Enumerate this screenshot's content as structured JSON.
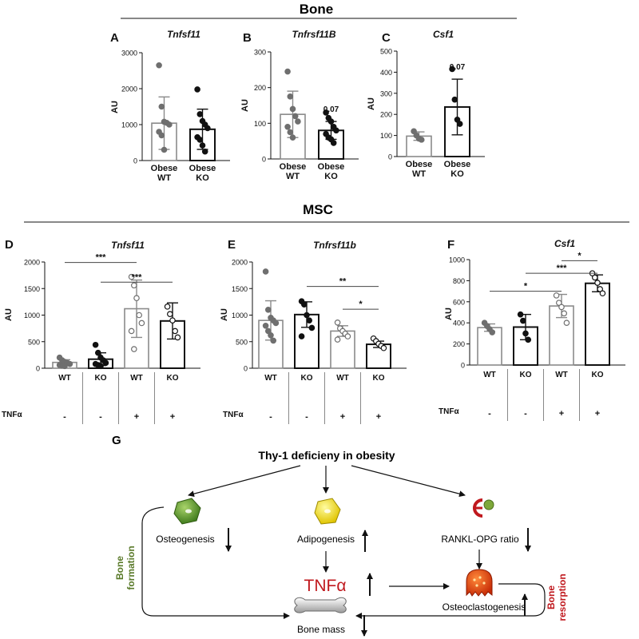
{
  "figure": {
    "section_bone": "Bone",
    "section_msc": "MSC",
    "tnf_row_label": "TNFα"
  },
  "chart_data": [
    {
      "panel": "A",
      "title": "Tnfsf11",
      "type": "bar",
      "ylabel": "AU",
      "ylim": [
        0,
        3000
      ],
      "yticks": [
        0,
        1000,
        2000,
        3000
      ],
      "categories": [
        "Obese WT",
        "Obese KO"
      ],
      "values": [
        1040,
        870
      ],
      "sd": [
        730,
        560
      ],
      "points": [
        [
          2650,
          1500,
          1080,
          1050,
          1000,
          800,
          700,
          300
        ],
        [
          1980,
          1290,
          1100,
          1000,
          900,
          650,
          580,
          420,
          250
        ]
      ],
      "annotations": []
    },
    {
      "panel": "B",
      "title": "Tnfrsf11B",
      "type": "bar",
      "ylabel": "AU",
      "ylim": [
        0,
        300
      ],
      "yticks": [
        0,
        100,
        200,
        300
      ],
      "categories": [
        "Obese WT",
        "Obese KO"
      ],
      "values": [
        125,
        80
      ],
      "sd": [
        65,
        25
      ],
      "points": [
        [
          245,
          175,
          140,
          120,
          105,
          90,
          75,
          60
        ],
        [
          130,
          115,
          105,
          90,
          80,
          70,
          60,
          55,
          45
        ]
      ],
      "annotations": [
        {
          "text": "0.07",
          "category": 1
        }
      ]
    },
    {
      "panel": "C",
      "title": "Csf1",
      "type": "bar",
      "ylabel": "AU",
      "ylim": [
        0,
        500
      ],
      "yticks": [
        0,
        100,
        200,
        300,
        400,
        500
      ],
      "categories": [
        "Obese WT",
        "Obese KO"
      ],
      "values": [
        97,
        235
      ],
      "sd": [
        20,
        132
      ],
      "points": [
        [
          120,
          100,
          85,
          80
        ],
        [
          415,
          270,
          175,
          155
        ]
      ],
      "annotations": [
        {
          "text": "0.07",
          "category": 1
        }
      ]
    },
    {
      "panel": "D",
      "title": "Tnfsf11",
      "type": "bar",
      "ylabel": "AU",
      "ylim": [
        0,
        2000
      ],
      "yticks": [
        0,
        500,
        1000,
        1500,
        2000
      ],
      "categories": [
        "WT",
        "KO",
        "WT",
        "KO"
      ],
      "tnf": [
        "-",
        "-",
        "+",
        "+"
      ],
      "values": [
        110,
        170,
        1120,
        890
      ],
      "sd": [
        50,
        120,
        540,
        340
      ],
      "points": [
        [
          200,
          150,
          120,
          100,
          80,
          60,
          50,
          40
        ],
        [
          440,
          290,
          200,
          150,
          100,
          80,
          60,
          40
        ],
        [
          1720,
          1560,
          1320,
          1000,
          850,
          700,
          360
        ],
        [
          1160,
          1020,
          900,
          700,
          580
        ]
      ],
      "significance": [
        {
          "from": 0,
          "to": 2,
          "text": "***",
          "y": 1990
        },
        {
          "from": 1,
          "to": 3,
          "text": "***",
          "y": 1620
        }
      ]
    },
    {
      "panel": "E",
      "title": "Tnfrsf11b",
      "type": "bar",
      "ylabel": "AU",
      "ylim": [
        0,
        2000
      ],
      "yticks": [
        0,
        500,
        1000,
        1500,
        2000
      ],
      "categories": [
        "WT",
        "KO",
        "WT",
        "KO"
      ],
      "tnf": [
        "-",
        "-",
        "+",
        "+"
      ],
      "values": [
        900,
        1010,
        700,
        450
      ],
      "sd": [
        370,
        240,
        100,
        60
      ],
      "points": [
        [
          1820,
          1100,
          950,
          900,
          850,
          800,
          700,
          620,
          520
        ],
        [
          1260,
          1200,
          1000,
          900,
          760,
          600
        ],
        [
          860,
          750,
          700,
          650,
          600,
          540
        ],
        [
          560,
          510,
          460,
          420,
          380
        ]
      ],
      "significance": [
        {
          "from": 1,
          "to": 3,
          "text": "**",
          "y": 1540
        },
        {
          "from": 2,
          "to": 3,
          "text": "*",
          "y": 1110
        }
      ]
    },
    {
      "panel": "F",
      "title": "Csf1",
      "type": "bar",
      "ylabel": "AU",
      "ylim": [
        0,
        1000
      ],
      "yticks": [
        0,
        200,
        400,
        600,
        800,
        1000
      ],
      "categories": [
        "WT",
        "KO",
        "WT",
        "KO"
      ],
      "tnf": [
        "-",
        "-",
        "+",
        "+"
      ],
      "values": [
        355,
        360,
        560,
        775
      ],
      "sd": [
        35,
        120,
        110,
        80
      ],
      "points": [
        [
          400,
          370,
          340,
          310
        ],
        [
          480,
          420,
          300,
          240
        ],
        [
          660,
          590,
          550,
          490,
          400
        ],
        [
          870,
          830,
          780,
          720,
          680
        ]
      ],
      "significance": [
        {
          "from": 0,
          "to": 2,
          "text": "*",
          "y": 700
        },
        {
          "from": 1,
          "to": 3,
          "text": "***",
          "y": 870
        },
        {
          "from": 2,
          "to": 3,
          "text": "*",
          "y": 990
        }
      ]
    }
  ],
  "diagram": {
    "panel": "G",
    "top": "Thy-1 deficieny in obesity",
    "osteogenesis": "Osteogenesis",
    "adipogenesis": "Adipogenesis",
    "rankl": "RANKL-OPG ratio",
    "tnf": "TNFα",
    "osteoclastogenesis": "Osteoclastogenesis",
    "bone_mass": "Bone mass",
    "bone_formation": "Bone formation",
    "bone_formation_l1": "Bone",
    "bone_formation_l2": "formation",
    "bone_resorption": "Bone resorption",
    "bone_resorption_l1": "Bone",
    "bone_resorption_l2": "resorption",
    "colors": {
      "formation": "#5a7a2a",
      "resorption": "#c0191e",
      "tnf": "#c0191e"
    }
  }
}
